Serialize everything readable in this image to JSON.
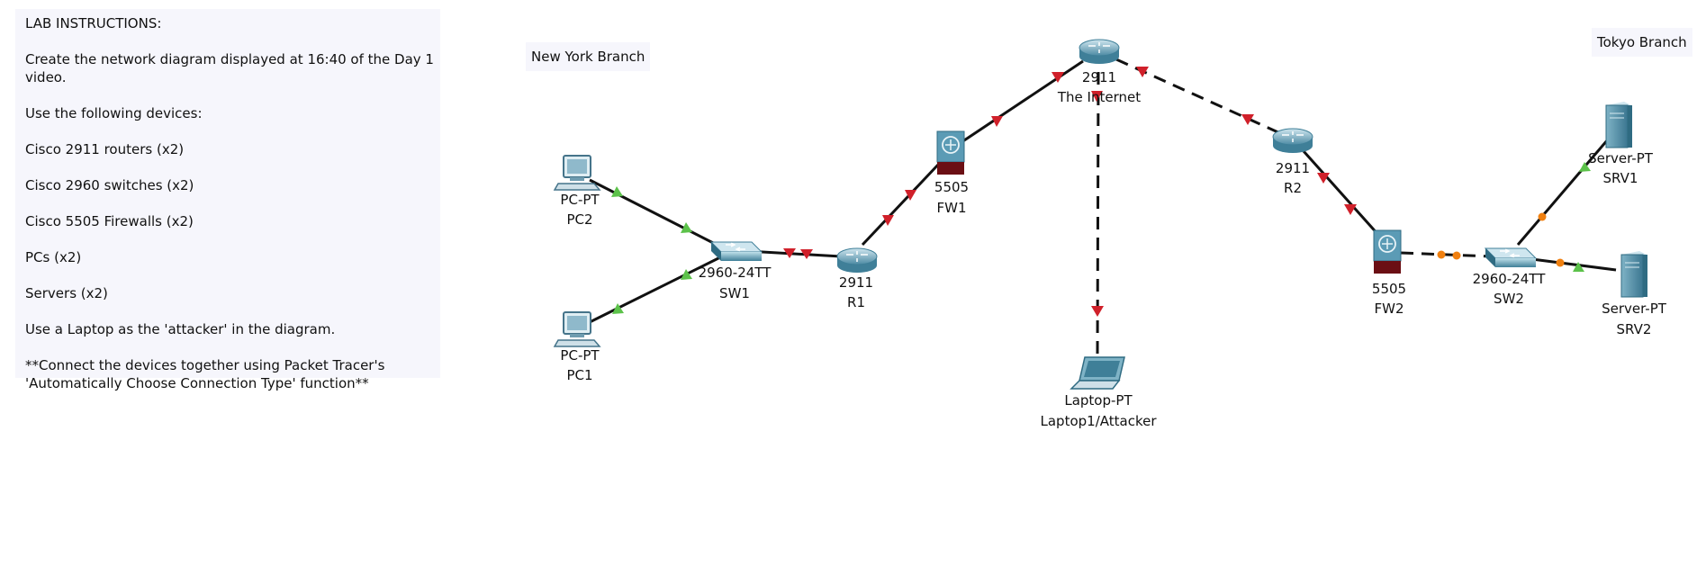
{
  "instructions": {
    "title": "LAB INSTRUCTIONS:",
    "lines": [
      "Create the network diagram displayed at 16:40 of the Day 1 video.",
      "Use the following devices:",
      "Cisco 2911 routers (x2)",
      "Cisco 2960 switches (x2)",
      "Cisco 5505 Firewalls (x2)",
      "PCs (x2)",
      "Servers (x2)",
      "Use a Laptop as the 'attacker' in the diagram."
    ],
    "note_line1": "**Connect the devices together using Packet Tracer's",
    "note_line2": "'Automatically Choose Connection Type' function**"
  },
  "notes": {
    "new_york": "New York Branch",
    "tokyo": "Tokyo Branch"
  },
  "devices": {
    "pc2": {
      "model": "PC-PT",
      "name": "PC2"
    },
    "pc1": {
      "model": "PC-PT",
      "name": "PC1"
    },
    "sw1": {
      "model": "2960-24TT",
      "name": "SW1"
    },
    "r1": {
      "model": "2911",
      "name": "R1"
    },
    "fw1": {
      "model": "5505",
      "name": "FW1"
    },
    "internet": {
      "model": "2911",
      "name": "The Internet"
    },
    "laptop": {
      "model": "Laptop-PT",
      "name": "Laptop1/Attacker"
    },
    "r2": {
      "model": "2911",
      "name": "R2"
    },
    "fw2": {
      "model": "5505",
      "name": "FW2"
    },
    "sw2": {
      "model": "2960-24TT",
      "name": "SW2"
    },
    "srv1": {
      "model": "Server-PT",
      "name": "SRV1"
    },
    "srv2": {
      "model": "Server-PT",
      "name": "SRV2"
    }
  },
  "colors": {
    "link_up": "#5cc24a",
    "link_down": "#d0202a",
    "link_pending": "#f08010",
    "router": "#5b9bb5",
    "firewall_base": "#6b0f14"
  }
}
